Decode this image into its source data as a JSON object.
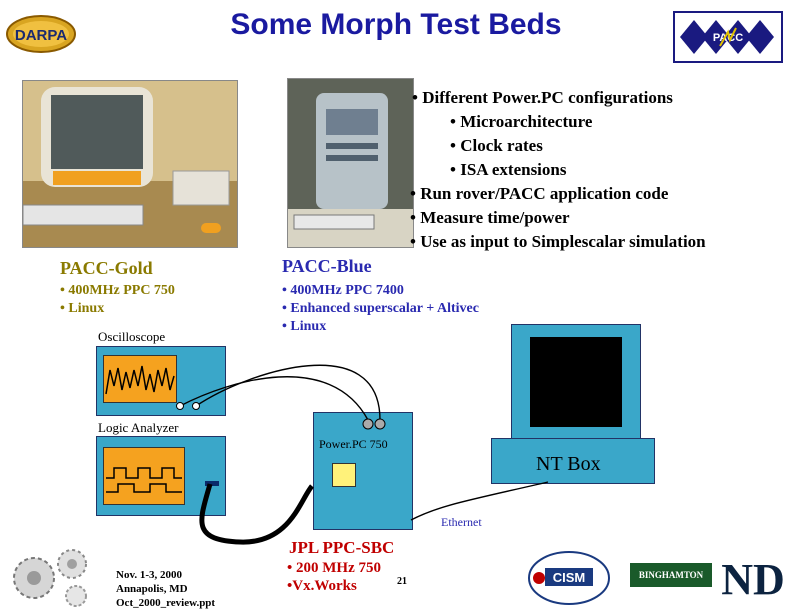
{
  "header": {
    "title": "Some Morph Test Beds",
    "left_logo_text": "DARPA",
    "right_logo_text": "PACC"
  },
  "colors": {
    "title": "#1a1aa0",
    "olive": "#8a7a00",
    "blue": "#2a2ab0",
    "red": "#c00000",
    "teal_panel": "#3aa7c9",
    "orange_screen": "#f5a21f",
    "nt_screen": "#000000"
  },
  "main_bullets": [
    "• Different Power.PC configurations",
    "• Microarchitecture",
    "• Clock rates",
    "• ISA extensions",
    "• Run rover/PACC application code",
    "• Measure time/power",
    "• Use as input to Simplescalar simulation"
  ],
  "pacc_gold": {
    "title": "PACC-Gold",
    "bullets": [
      "• 400MHz PPC 750",
      "• Linux"
    ]
  },
  "pacc_blue": {
    "title": "PACC-Blue",
    "bullets": [
      "• 400MHz PPC 7400",
      "• Enhanced superscalar + Altivec",
      "• Linux"
    ]
  },
  "diagram": {
    "oscilloscope_label": "Oscilloscope",
    "logic_analyzer_label": "Logic Analyzer",
    "powerpc_label": "Power.PC 750",
    "nt_box_label": "NT Box",
    "ethernet_label": "Ethernet"
  },
  "jpl": {
    "title": "JPL PPC-SBC",
    "bullets": [
      "• 200 MHz 750",
      "•Vx.Works"
    ]
  },
  "footer": {
    "date": "Nov. 1-3, 2000",
    "location": "Annapolis, MD",
    "file": "Oct_2000_review.ppt",
    "page_number": "21",
    "logo_cism": "CISM",
    "logo_binghamton": "BINGHAMTON",
    "logo_nd": "ND"
  }
}
